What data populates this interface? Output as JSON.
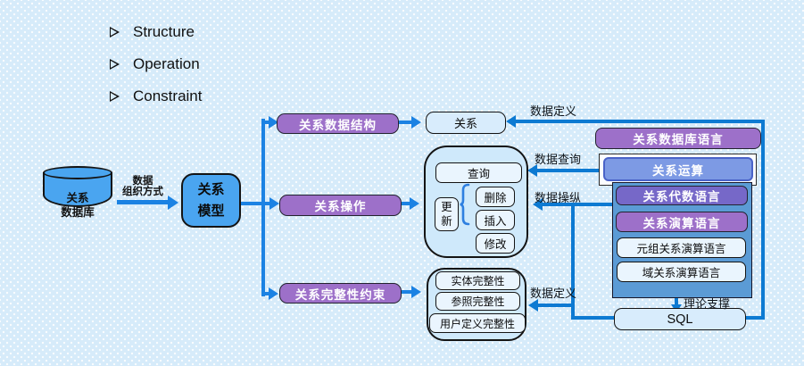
{
  "bullets": {
    "items": [
      {
        "label": "Structure"
      },
      {
        "label": "Operation"
      },
      {
        "label": "Constraint"
      }
    ]
  },
  "left_flow": {
    "database": {
      "line1": "关系",
      "line2": "数据库"
    },
    "arrow_label_line1": "数据",
    "arrow_label_line2": "组织方式",
    "model": {
      "line1": "关系",
      "line2": "模型"
    }
  },
  "branches": {
    "structure": "关系数据结构",
    "operation": "关系操作",
    "constraint": "关系完整性约束"
  },
  "relation_box": "关系",
  "operations": {
    "query": "查询",
    "update": "更新",
    "delete": "删除",
    "insert": "插入",
    "modify": "修改"
  },
  "integrity": {
    "entity": "实体完整性",
    "referential": "参照完整性",
    "user_defined": "用户定义完整性"
  },
  "language_panel": {
    "header": "关系数据库语言",
    "relational_operation": "关系运算",
    "algebra": "关系代数语言",
    "calculus": "关系演算语言",
    "tuple": "元组关系演算语言",
    "domain": "域关系演算语言",
    "sql": "SQL",
    "theory_support": "理论支撑"
  },
  "edge_labels": {
    "data_definition_top": "数据定义",
    "data_query": "数据查询",
    "data_manipulation": "数据操纵",
    "data_definition_bottom": "数据定义"
  },
  "colors": {
    "background": "#d6ebfa",
    "node_blue": "#4aa5f0",
    "purple": "#9d70c9",
    "indigo": "#7668c8",
    "periwinkle": "#7d9ae4",
    "panel_blue": "#5b9bd5",
    "container_light": "#cfe9fb",
    "inner_light": "#eaf5fe",
    "line_blue_left": "#1b82e3",
    "line_blue_right": "#0d7ad2"
  }
}
